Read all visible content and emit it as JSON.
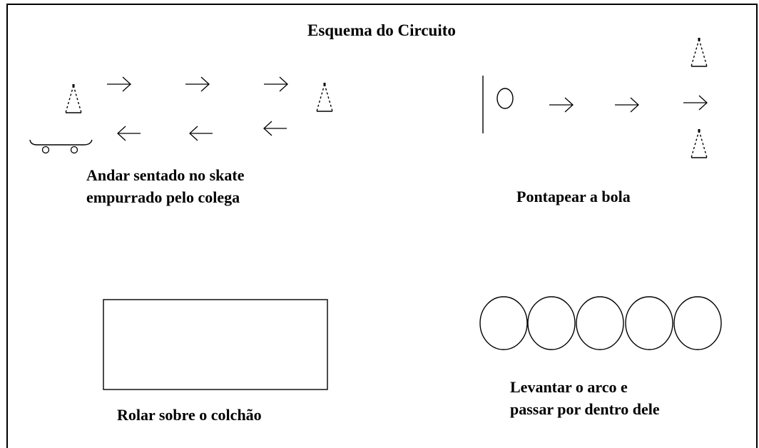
{
  "diagram": {
    "title": "Esquema do Circuito",
    "stations": {
      "skate": {
        "lines": [
          "Andar sentado no skate",
          "empurrado pelo  colega"
        ]
      },
      "kick": {
        "label": "Pontapear a bola"
      },
      "mattress": {
        "label": "Rolar sobre o colchão"
      },
      "hoops": {
        "lines": [
          "Levantar o arco e",
          "passar por dentro dele"
        ]
      }
    },
    "icons": {
      "cone": "dotted-triangle-cone",
      "skateboard": "skateboard-with-wheels",
      "ball": "small-circle-ball",
      "goal": "vertical-line-goal",
      "arrow": "thin-arrow",
      "mattress": "rectangle-mattress",
      "hoop": "large-circle-hoop"
    },
    "colors": {
      "ink": "#000000",
      "background": "#ffffff"
    }
  }
}
